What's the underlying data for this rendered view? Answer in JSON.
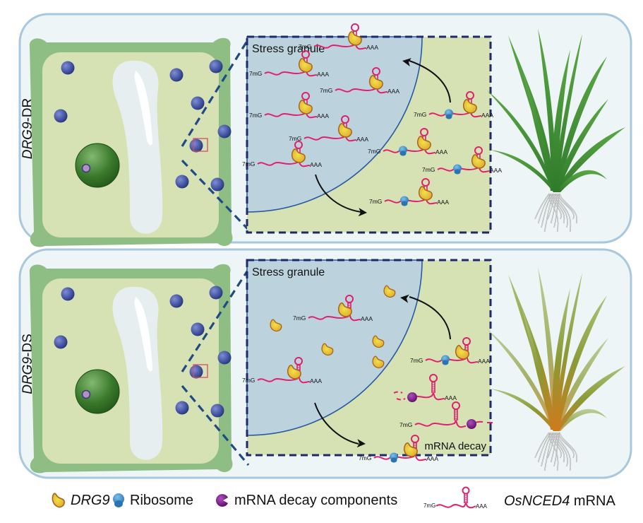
{
  "figure": {
    "panels": [
      {
        "id": "dr",
        "label_italic": "DRG9",
        "label_suffix": "-DR",
        "zoom_title": "Stress granule",
        "zoom_note": "",
        "plant_state": "healthy",
        "granule_mrnas": [
          {
            "five": "7mG",
            "three": "AAA",
            "drg9": true,
            "ribosome": false
          },
          {
            "five": "7mG",
            "three": "AAA",
            "drg9": true,
            "ribosome": false
          },
          {
            "five": "7mG",
            "three": "AAA",
            "drg9": true,
            "ribosome": false
          },
          {
            "five": "7mG",
            "three": "AAA",
            "drg9": true,
            "ribosome": false
          },
          {
            "five": "7mG",
            "three": "AAA",
            "drg9": true,
            "ribosome": false
          },
          {
            "five": "7mG",
            "three": "AAA",
            "drg9": true,
            "ribosome": false
          }
        ],
        "cytoplasm_mrnas": [
          {
            "five": "7mG",
            "three": "AAA",
            "drg9": true,
            "ribosome": true
          },
          {
            "five": "7mG",
            "three": "AAA",
            "drg9": true,
            "ribosome": true
          },
          {
            "five": "7mG",
            "three": "AAA",
            "drg9": true,
            "ribosome": true
          },
          {
            "five": "7mG",
            "three": "AAA",
            "drg9": true,
            "ribosome": true
          }
        ]
      },
      {
        "id": "ds",
        "label_italic": "DRG9",
        "label_suffix": "-DS",
        "zoom_title": "Stress granule",
        "zoom_note": "mRNA decay",
        "plant_state": "stressed",
        "granule_mrnas": [
          {
            "five": "7mG",
            "three": "AAA",
            "drg9": true,
            "ribosome": false
          },
          {
            "five": "7mG",
            "three": "AAA",
            "drg9": true,
            "ribosome": false
          }
        ],
        "free_drg9_count": 5,
        "cytoplasm_mrnas": [
          {
            "five": "7mG",
            "three": "AAA",
            "drg9": true,
            "ribosome": true
          },
          {
            "five": "",
            "three": "AAA",
            "drg9": false,
            "ribosome": false,
            "decay": "5prime"
          },
          {
            "five": "7mG",
            "three": "",
            "drg9": false,
            "ribosome": false,
            "decay": "3prime"
          },
          {
            "five": "7mG",
            "three": "AAA",
            "drg9": true,
            "ribosome": true
          }
        ]
      }
    ],
    "legend": [
      {
        "icon": "drg9-icon",
        "italic": "DRG9",
        "text": ""
      },
      {
        "icon": "ribosome-icon",
        "italic": "",
        "text": "Ribosome"
      },
      {
        "icon": "mrna-decay-component-icon",
        "italic": "",
        "text": "mRNA decay components"
      },
      {
        "icon": "mrna-icon",
        "italic": "OsNCED4",
        "text": " mRNA",
        "five": "7mG",
        "three": "AAA"
      }
    ],
    "colors": {
      "panel_bg": "#eef5f6",
      "panel_border": "#a9c8de",
      "cell_wall": "#8fbe84",
      "cytoplasm": "#d6e2b3",
      "vacuole": "#e6eef0",
      "chloroplast": "#3d4fa3",
      "nucleus": "#2f6b24",
      "nucleolus": "#b58fc4",
      "granule": "#bcd3de",
      "granule_edge": "#2a5aa0",
      "zoom_frame": "#1f2a6b",
      "mrna": "#e0206e",
      "drg9_fill": "#e8c23a",
      "drg9_edge": "#a8641a",
      "ribosome": "#3f8fcf",
      "decay": "#7a1e86",
      "arrow": "#111111"
    }
  }
}
